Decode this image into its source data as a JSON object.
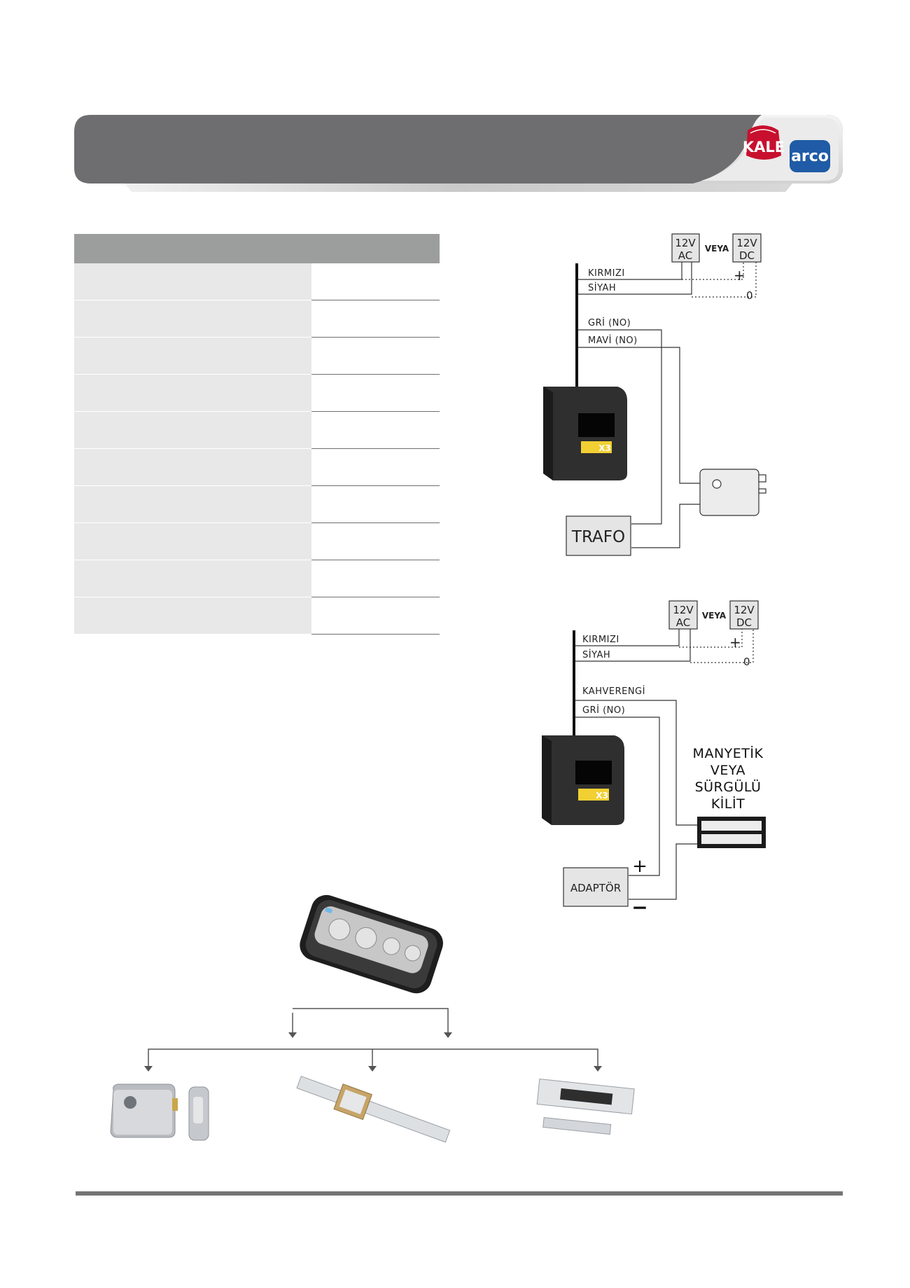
{
  "brand": {
    "logo_primary": "KALE",
    "logo_secondary": "arco",
    "accent_red": "#c8102e",
    "accent_blue": "#1f5ba6"
  },
  "spec_table": {
    "row_count": 10
  },
  "diagram1": {
    "supply_ac": "12V\nAC",
    "veya": "VEYA",
    "supply_dc": "12V\nDC",
    "wire_red": "KIRMIZI",
    "wire_black": "SİYAH",
    "wire_grey": "GRİ (NO)",
    "wire_blue": "MAVİ (NO)",
    "plus": "+",
    "zero": "0",
    "trafo": "TRAFO"
  },
  "diagram2": {
    "supply_ac": "12V\nAC",
    "veya": "VEYA",
    "supply_dc": "12V\nDC",
    "wire_red": "KIRMIZI",
    "wire_black": "SİYAH",
    "wire_brown": "KAHVERENGİ",
    "wire_grey": "GRİ (NO)",
    "plus": "+",
    "zero": "0",
    "lock_label": [
      "MANYETİK",
      "VEYA",
      "SÜRGÜLÜ",
      "KİLİT"
    ],
    "adapter": "ADAPTÖR",
    "adapter_plus": "+",
    "adapter_minus": "−"
  },
  "receiver_badge": "X3"
}
